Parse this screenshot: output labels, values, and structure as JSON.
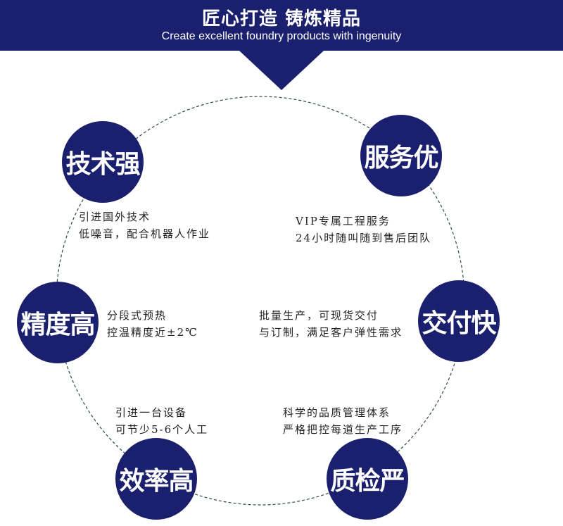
{
  "header": {
    "title": "匠心打造 铸炼精品",
    "subtitle": "Create excellent foundry products with ingenuity"
  },
  "features": {
    "tech": {
      "label": "技术强",
      "line1": "引进国外技术",
      "line2": "低噪音，配合机器人作业"
    },
    "service": {
      "label": "服务优",
      "line1": "VIP专属工程服务",
      "line2": "24小时随叫随到售后团队"
    },
    "precision": {
      "label": "精度高",
      "line1": "分段式预热",
      "line2": "控温精度近±2℃"
    },
    "delivery": {
      "label": "交付快",
      "line1": "批量生产，可现货交付",
      "line2": "与订制，满足客户弹性需求"
    },
    "efficiency": {
      "label": "效率高",
      "line1": "引进一台设备",
      "line2": "可节少5-6个人工"
    },
    "quality": {
      "label": "质检严",
      "line1": "科学的品质管理体系",
      "line2": "严格把控每道生产工序"
    }
  },
  "colors": {
    "primary": "#1a1f6e",
    "ring": "#2e4a3e",
    "text": "#222222"
  }
}
